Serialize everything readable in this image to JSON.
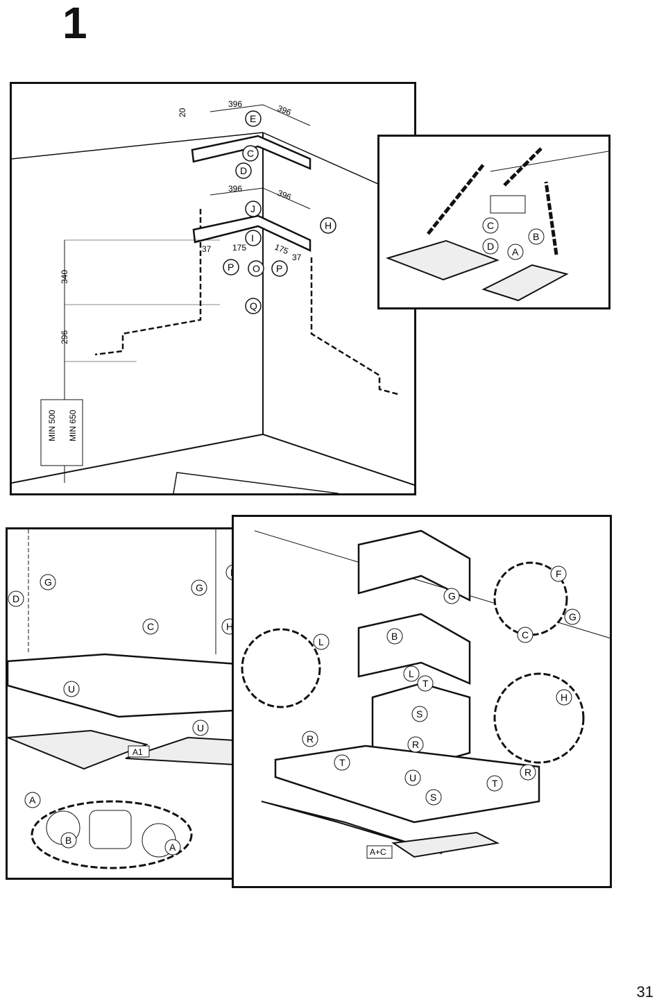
{
  "step_number": "1",
  "page_number": "31",
  "panel1": {
    "dims": {
      "d20": "20",
      "d396_a": "396",
      "d396_b": "396",
      "d396_c": "396",
      "d396_d": "396",
      "d37_a": "37",
      "d175_a": "175",
      "d175_b": "175",
      "d37_b": "37",
      "d340": "340",
      "d296": "296"
    },
    "min500": "MIN 500",
    "min650": "MIN 650",
    "labels": [
      "E",
      "C",
      "D",
      "J",
      "H",
      "I",
      "P",
      "O",
      "P",
      "Q"
    ]
  },
  "panel2": {
    "labels": [
      "C",
      "B",
      "D",
      "A"
    ]
  },
  "panel3": {
    "labels": [
      "G",
      "D",
      "G",
      "D",
      "C",
      "H",
      "U",
      "U",
      "A",
      "B",
      "A"
    ],
    "filter_tag": "A1"
  },
  "panel4": {
    "labels": [
      "G",
      "F",
      "G",
      "C",
      "L",
      "B",
      "L",
      "T",
      "S",
      "R",
      "R",
      "T",
      "U",
      "S",
      "T",
      "R",
      "H"
    ],
    "filter_tag": "A+C"
  }
}
